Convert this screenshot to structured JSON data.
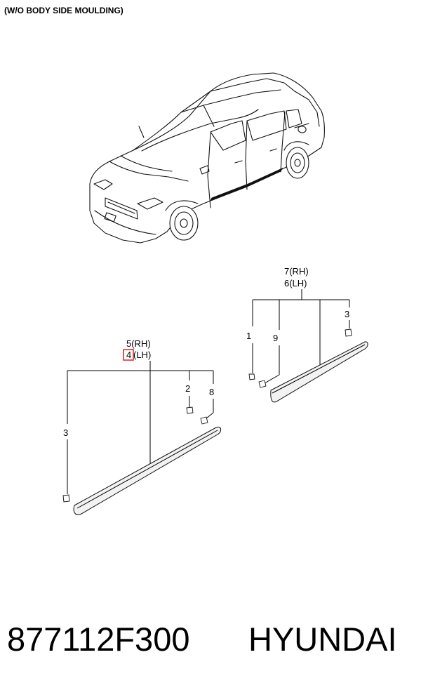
{
  "header": {
    "title": "(W/O BODY SIDE MOULDING)"
  },
  "callouts": {
    "rear_group": {
      "rh": "7(RH)",
      "lh": "6(LH)"
    },
    "front_group": {
      "rh": "5(RH)",
      "lh_num": "4",
      "lh_suffix": "(LH)"
    },
    "rear_items": [
      "1",
      "9",
      "3"
    ],
    "front_items": [
      "2",
      "8",
      "3"
    ]
  },
  "highlight": {
    "color": "#e02020"
  },
  "footer": {
    "part_number": "877112F300",
    "brand": "HYUNDAI"
  }
}
